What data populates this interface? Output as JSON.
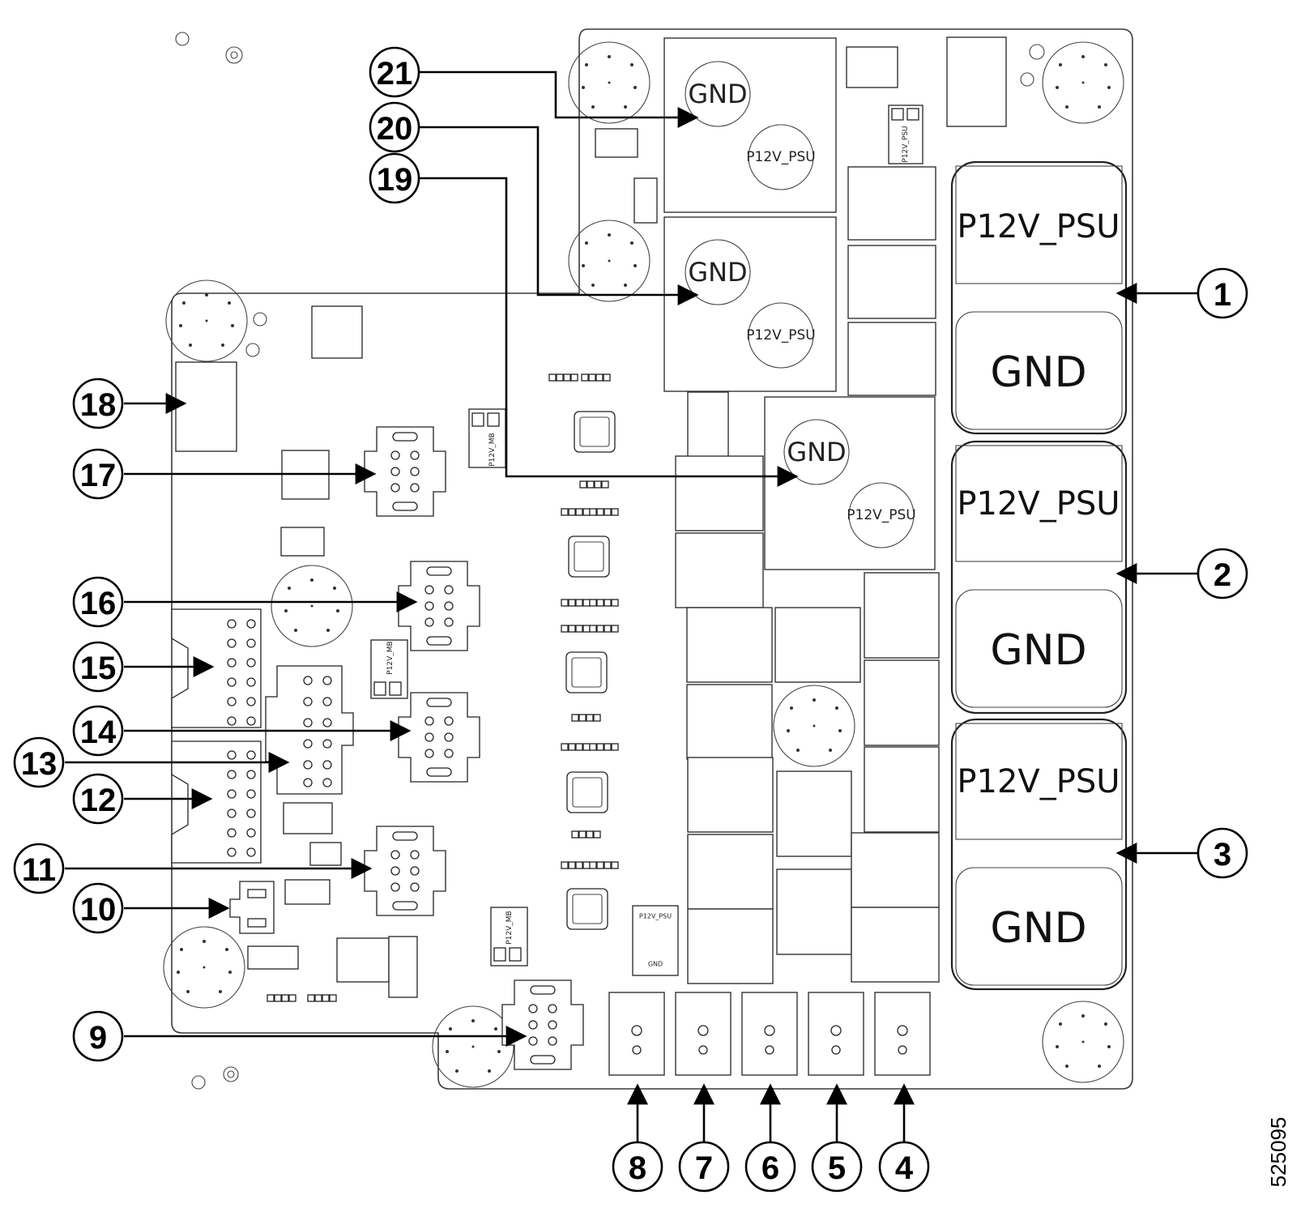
{
  "labels": {
    "p12v_psu": "P12V_PSU",
    "gnd": "GND",
    "p12v_mb": "P12V_MB"
  },
  "figure_id": "525095",
  "callouts": [
    "1",
    "2",
    "3",
    "4",
    "5",
    "6",
    "7",
    "8",
    "9",
    "10",
    "11",
    "12",
    "13",
    "14",
    "15",
    "16",
    "17",
    "18",
    "19",
    "20",
    "21"
  ]
}
